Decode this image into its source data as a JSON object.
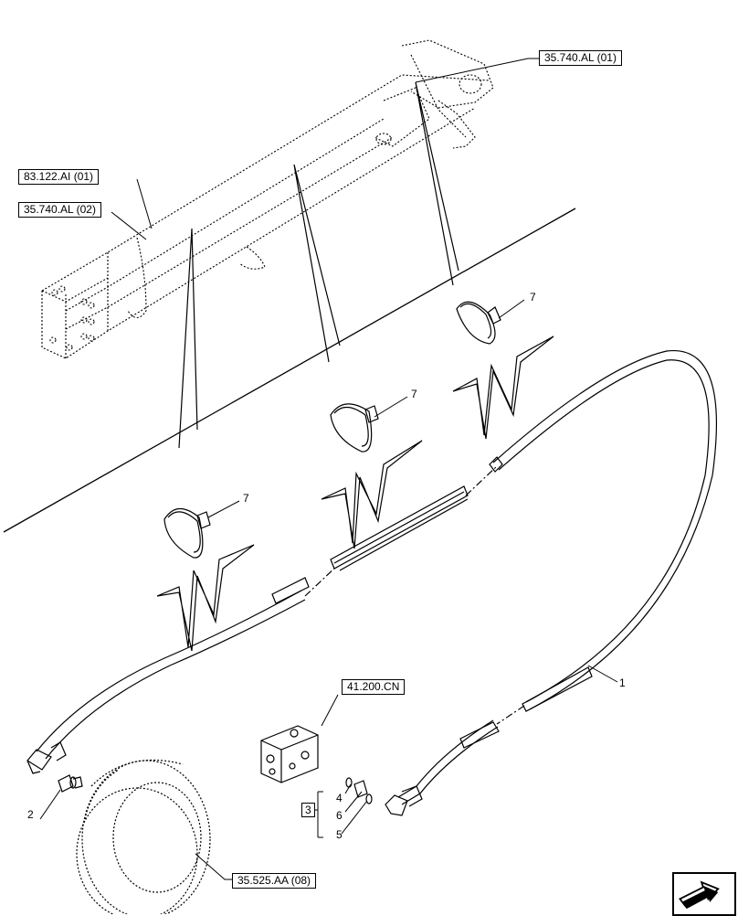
{
  "references": {
    "top_right": "35.740.AL (01)",
    "left_upper": "83.122.AI (01)",
    "left_lower": "35.740.AL (02)",
    "valve_block": "41.200.CN",
    "pump": "35.525.AA (08)"
  },
  "callouts": {
    "hose": "1",
    "elbow": "2",
    "kit": "3",
    "seal_a": "4",
    "fitting": "5",
    "seal_b": "6",
    "clamp_1": "7",
    "clamp_2": "7",
    "clamp_3": "7"
  },
  "icons": {
    "navigation": "arrow-icon"
  }
}
